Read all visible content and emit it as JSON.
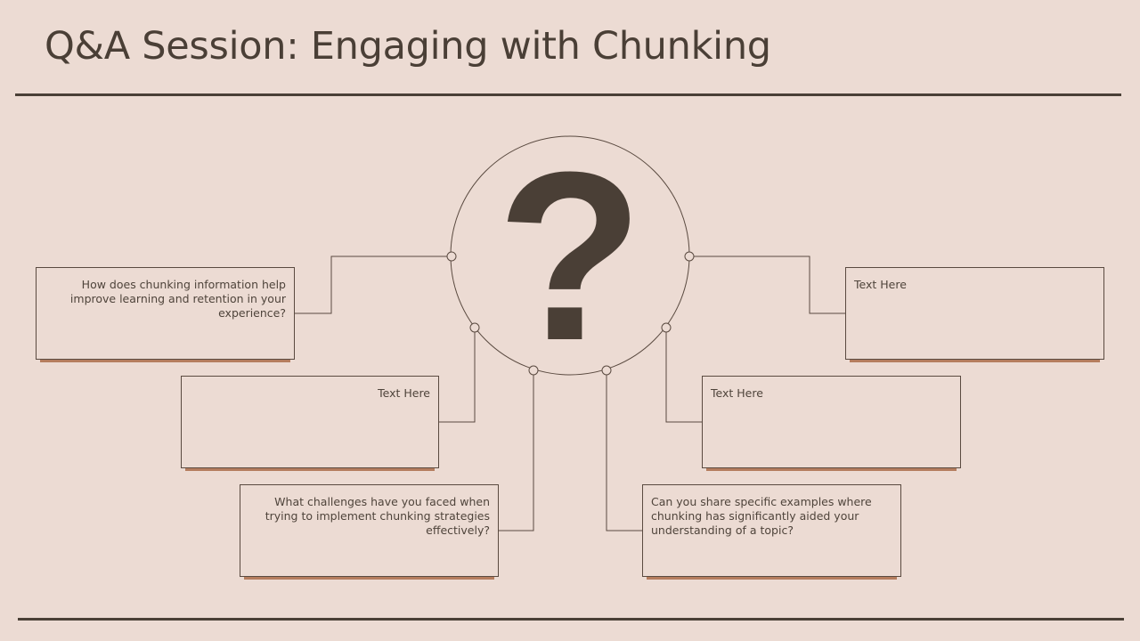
{
  "slide": {
    "title": "Q&A Session: Engaging with Chunking"
  },
  "center": {
    "symbol": "?",
    "icon": "question-mark-icon"
  },
  "boxes": [
    {
      "id": "left-top",
      "text": "How does chunking information help improve learning and retention in your experience?"
    },
    {
      "id": "left-middle",
      "text": "Text Here"
    },
    {
      "id": "left-bottom",
      "text": "What challenges have you faced when trying to implement chunking strategies effectively?"
    },
    {
      "id": "right-top",
      "text": "Text Here"
    },
    {
      "id": "right-middle",
      "text": "Text Here"
    },
    {
      "id": "right-bottom",
      "text": "Can you share specific examples where chunking has significantly aided your understanding of a topic?"
    }
  ],
  "colors": {
    "background": "#ecdbd3",
    "dark": "#4a3f36",
    "accent": "#b57d5e"
  }
}
